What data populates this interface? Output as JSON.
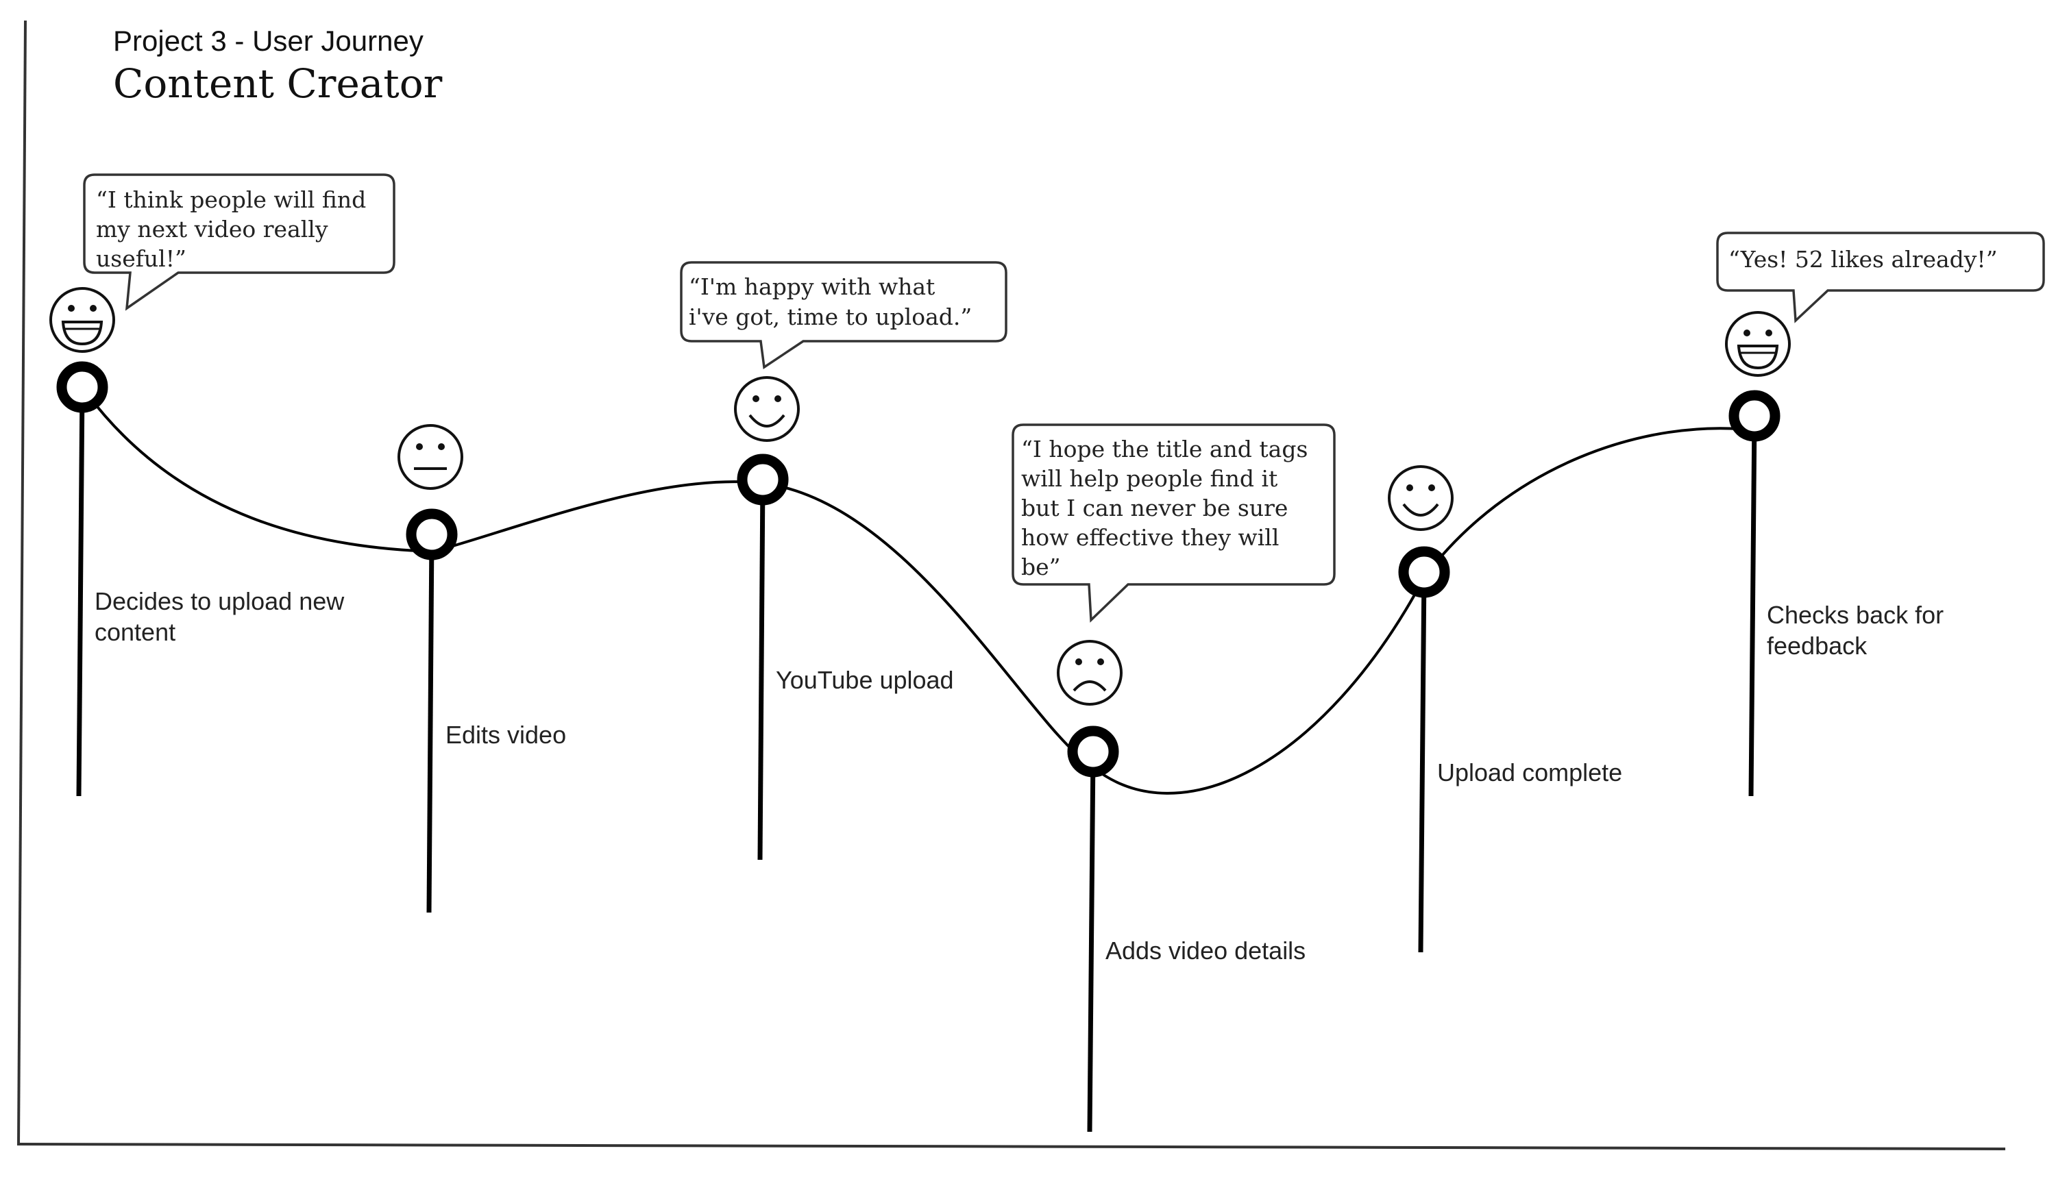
{
  "header": {
    "subtitle": "Project 3 - User Journey",
    "title": "Content Creator"
  },
  "colors": {
    "ink": "#000000",
    "background": "#ffffff"
  },
  "steps": [
    {
      "label_lines": [
        "Decides to upload new",
        "content"
      ],
      "emotion": "happy-grin-icon",
      "quote_lines": [
        "“I think people will find",
        "my next video really",
        "useful!”"
      ]
    },
    {
      "label_lines": [
        "Edits video"
      ],
      "emotion": "neutral-face-icon",
      "quote_lines": []
    },
    {
      "label_lines": [
        "YouTube upload"
      ],
      "emotion": "smile-face-icon",
      "quote_lines": [
        "“I'm happy with what",
        "i've got, time to upload.”"
      ]
    },
    {
      "label_lines": [
        "Adds video details"
      ],
      "emotion": "sad-face-icon",
      "quote_lines": [
        "“I hope the title and tags",
        "will help people find it",
        "but I can never be sure",
        "how effective they will",
        "be”"
      ]
    },
    {
      "label_lines": [
        "Upload complete"
      ],
      "emotion": "smile-face-icon",
      "quote_lines": []
    },
    {
      "label_lines": [
        "Checks back for",
        "feedback"
      ],
      "emotion": "happy-grin-icon",
      "quote_lines": [
        "“Yes! 52 likes already!”"
      ]
    }
  ]
}
